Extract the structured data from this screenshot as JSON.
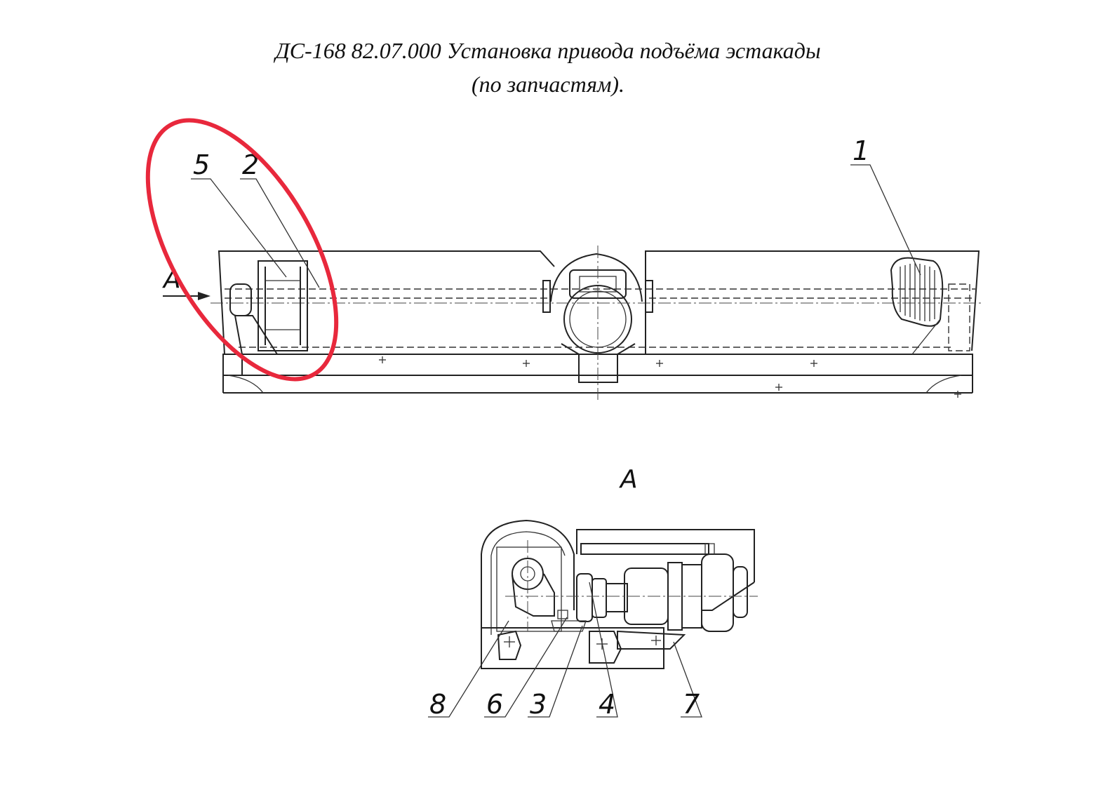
{
  "title": {
    "line1": "ДС-168 82.07.000 Установка привода подъёма эстакады",
    "line2": "(по запчастям)."
  },
  "main_view": {
    "view_arrow_label": "А",
    "callouts": [
      "5",
      "2",
      "1"
    ]
  },
  "view_a": {
    "label": "А",
    "callouts": [
      "8",
      "6",
      "3",
      "4",
      "7"
    ]
  },
  "highlight": {
    "color": "#e8283c",
    "shape": "ellipse"
  }
}
